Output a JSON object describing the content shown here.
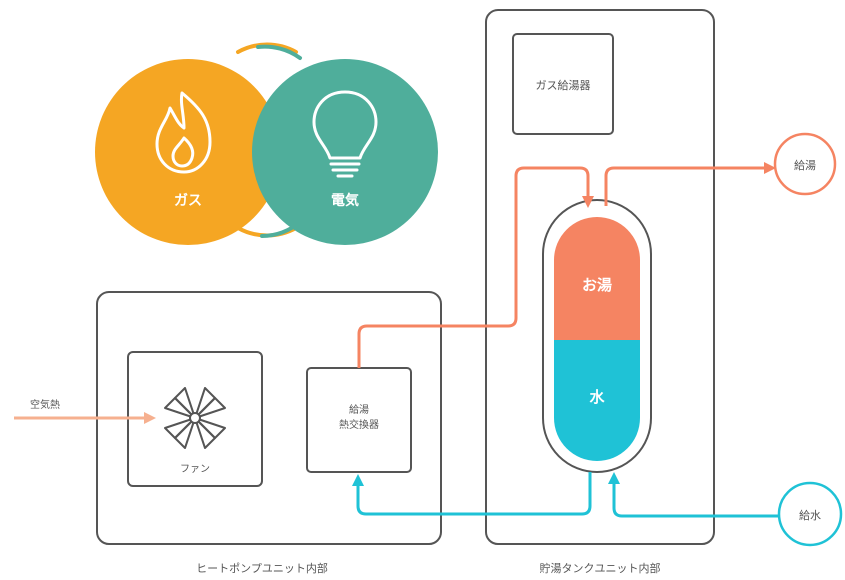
{
  "energy": {
    "gas_label": "ガス",
    "electric_label": "電気",
    "colors": {
      "gas": "#F5A623",
      "electric": "#4FAE9B"
    }
  },
  "tank_unit": {
    "title": "貯湯タンクユニット内部",
    "gas_heater_label": "ガス給湯器",
    "hot_label": "お湯",
    "cold_label": "水"
  },
  "heat_pump_unit": {
    "title": "ヒートポンプユニット内部",
    "fan_label": "ファン",
    "exchanger_label_line1": "給湯",
    "exchanger_label_line2": "熱交換器",
    "air_heat_label": "空気熱"
  },
  "outputs": {
    "hot_supply_label": "給湯",
    "water_supply_label": "給水"
  },
  "colors": {
    "hot": "#F58462",
    "cold": "#1FC2D6",
    "frame": "#555555",
    "air": "#F6B08F"
  }
}
